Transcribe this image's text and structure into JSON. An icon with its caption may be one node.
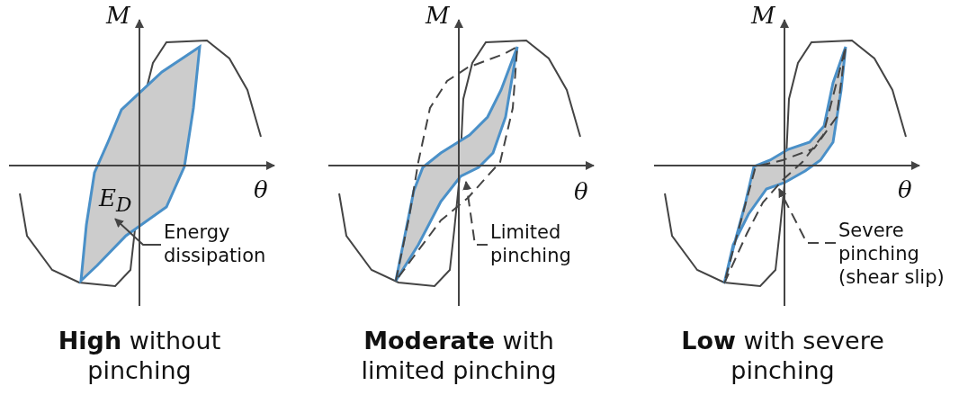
{
  "diagram": {
    "nodes": [
      {
        "text": [],
        "shape": "area"
      },
      {
        "text": [
          "E$_{D}$"
        ],
        "in": 0
      },
      {
        "text": [
          "Energy dissipation"
        ]
      },
      {
        "text": [],
        "shape": "area"
      },
      {
        "text": [
          "Limited pinching"
        ]
      },
      {
        "text": [],
        "shape": "area"
      },
      {
        "text": [
          "Severe pinching (shear slip)"
        ]
      }
    ],
    "edges": [
      {
        "from": 2,
        "to": 1,
        "arrow": "to"
      },
      {
        "from": 4,
        "to": 3,
        "arrow": "to",
        "style": "dashed"
      },
      {
        "from": 6,
        "to": 5,
        "arrow": "to",
        "style": "dashed"
      }
    ],
    "labels": [
      "M",
      "θ",
      "**High** without pinching",
      "M",
      "θ",
      "**Moderate** with limited pinching",
      "M",
      "θ",
      "**Low** with severe pinching"
    ]
  }
}
